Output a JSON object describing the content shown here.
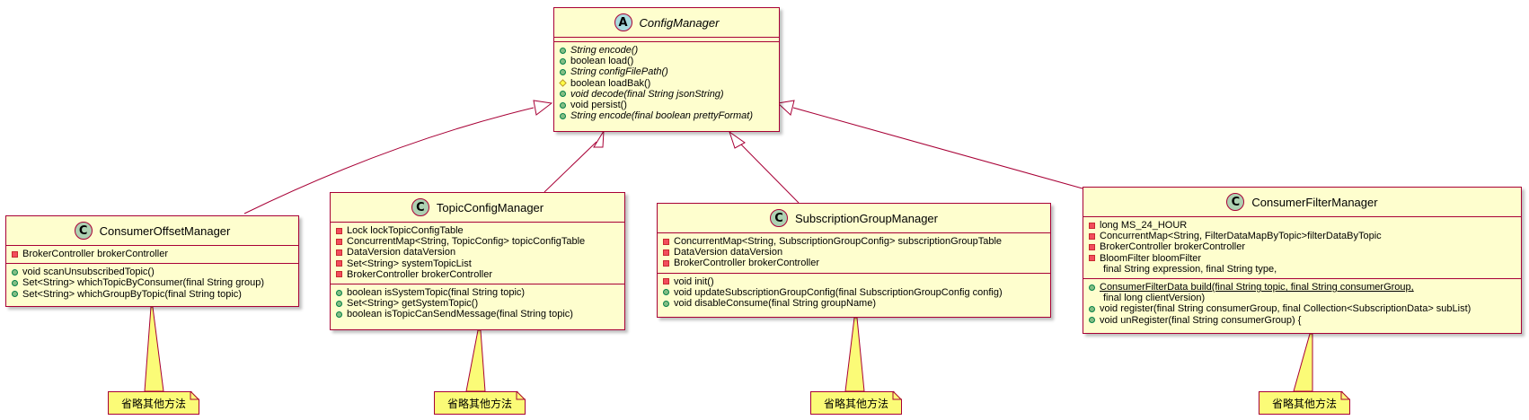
{
  "colors": {
    "border": "#A80036",
    "class_fill": "#FEFECE",
    "note_fill": "#FBFB77",
    "abstract_badge": "#A9DCDF",
    "class_badge": "#ADD1B2"
  },
  "classes": {
    "config_manager": {
      "badge": "A",
      "name": "ConfigManager",
      "methods": [
        {
          "vis": "public",
          "text": "String encode()",
          "italic": true
        },
        {
          "vis": "public",
          "text": "boolean load()"
        },
        {
          "vis": "public",
          "text": "String configFilePath()",
          "italic": true
        },
        {
          "vis": "protected",
          "text": "boolean loadBak()"
        },
        {
          "vis": "public",
          "text": "void decode(final String jsonString)",
          "italic": true
        },
        {
          "vis": "public",
          "text": "void persist()"
        },
        {
          "vis": "public",
          "text": "String encode(final boolean prettyFormat)",
          "italic": true
        }
      ]
    },
    "consumer_offset_manager": {
      "badge": "C",
      "name": "ConsumerOffsetManager",
      "fields": [
        {
          "vis": "private",
          "text": "BrokerController brokerController"
        }
      ],
      "methods": [
        {
          "vis": "public",
          "text": "void scanUnsubscribedTopic()"
        },
        {
          "vis": "public",
          "text": "Set<String> whichTopicByConsumer(final String group)"
        },
        {
          "vis": "public",
          "text": "Set<String> whichGroupByTopic(final String topic)"
        }
      ]
    },
    "topic_config_manager": {
      "badge": "C",
      "name": "TopicConfigManager",
      "fields": [
        {
          "vis": "private",
          "text": "Lock lockTopicConfigTable"
        },
        {
          "vis": "private",
          "text": "ConcurrentMap<String, TopicConfig> topicConfigTable"
        },
        {
          "vis": "private",
          "text": "DataVersion dataVersion"
        },
        {
          "vis": "private",
          "text": "Set<String> systemTopicList"
        },
        {
          "vis": "private",
          "text": "BrokerController brokerController"
        }
      ],
      "methods": [
        {
          "vis": "public",
          "text": "boolean isSystemTopic(final String topic)"
        },
        {
          "vis": "public",
          "text": "Set<String> getSystemTopic()"
        },
        {
          "vis": "public",
          "text": "boolean isTopicCanSendMessage(final String topic)"
        }
      ]
    },
    "subscription_group_manager": {
      "badge": "C",
      "name": "SubscriptionGroupManager",
      "fields": [
        {
          "vis": "private",
          "text": "ConcurrentMap<String, SubscriptionGroupConfig> subscriptionGroupTable"
        },
        {
          "vis": "private",
          "text": "DataVersion dataVersion"
        },
        {
          "vis": "private",
          "text": "BrokerController brokerController"
        }
      ],
      "methods": [
        {
          "vis": "private",
          "text": "void init()"
        },
        {
          "vis": "public",
          "text": "void updateSubscriptionGroupConfig(final SubscriptionGroupConfig config)"
        },
        {
          "vis": "public",
          "text": "void disableConsume(final String groupName)"
        }
      ]
    },
    "consumer_filter_manager": {
      "badge": "C",
      "name": "ConsumerFilterManager",
      "fields": [
        {
          "vis": "private",
          "text": "long MS_24_HOUR"
        },
        {
          "vis": "private",
          "text": "ConcurrentMap<String, FilterDataMapByTopic>filterDataByTopic"
        },
        {
          "vis": "private",
          "text": "BrokerController brokerController"
        },
        {
          "vis": "private",
          "text": "BloomFilter bloomFilter"
        },
        {
          "vis": "none",
          "text": "final String expression, final String type,"
        }
      ],
      "methods": [
        {
          "vis": "public",
          "text": "ConsumerFilterData build(final String topic, final String consumerGroup,",
          "underline": true
        },
        {
          "vis": "none",
          "text": "final long clientVersion)"
        },
        {
          "vis": "public",
          "text": "void register(final String consumerGroup, final Collection<SubscriptionData> subList)"
        },
        {
          "vis": "public",
          "text": "void unRegister(final String consumerGroup) {"
        }
      ]
    }
  },
  "notes": {
    "n1": "省略其他方法",
    "n2": "省略其他方法",
    "n3": "省略其他方法",
    "n4": "省略其他方法"
  }
}
